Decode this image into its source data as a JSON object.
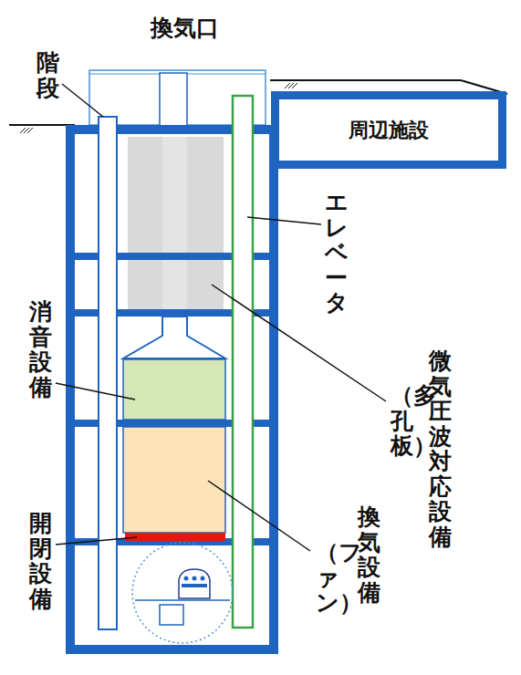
{
  "diagram": {
    "nodes": [
      {
        "text": [
          "周辺施設"
        ]
      }
    ],
    "labels": [
      "換気口",
      "階段",
      "エレベータ",
      "微気圧波対応設備",
      "（多孔板）",
      "消音設備",
      "換気設備",
      "（ファン）",
      "開閉設備"
    ]
  }
}
